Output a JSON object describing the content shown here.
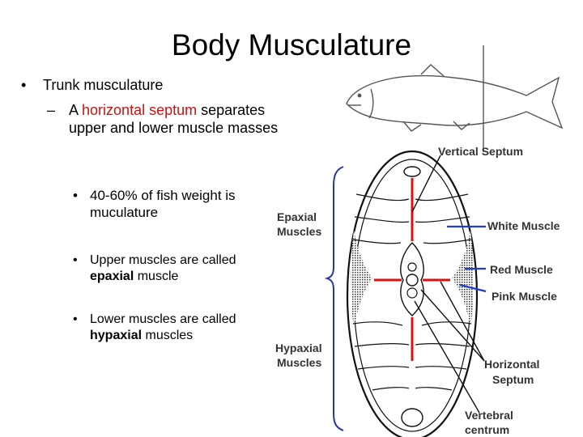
{
  "slide": {
    "title": "Body Musculature",
    "bullet1": "Trunk musculature",
    "bullet1_sub_prefix": "A",
    "bullet1_sub_highlight": "horizontal septum",
    "bullet1_sub_rest": "separates upper and lower muscle masses",
    "point1": "40-60% of fish weight is muculature",
    "point2_prefix": "Upper muscles are called",
    "point2_bold": "epaxial",
    "point2_suffix": "muscle",
    "point3_prefix": "Lower muscles are called",
    "point3_bold": "hypaxial",
    "point3_suffix": "muscles"
  },
  "figure": {
    "labels": {
      "vertical_septum": "Vertical Septum",
      "epaxial_1": "Epaxial",
      "epaxial_2": "Muscles",
      "white_muscle": "White Muscle",
      "red_muscle": "Red Muscle",
      "pink_muscle": "Pink Muscle",
      "hypaxial_1": "Hypaxial",
      "hypaxial_2": "Muscles",
      "horizontal_septum_1": "Horizontal",
      "horizontal_septum_2": "Septum",
      "vertebral_1": "Vertebral",
      "vertebral_2": "centrum"
    },
    "colors": {
      "septum": "#dd1111",
      "pointer": "#1f3fd0",
      "bracket": "#2a35a8"
    }
  }
}
